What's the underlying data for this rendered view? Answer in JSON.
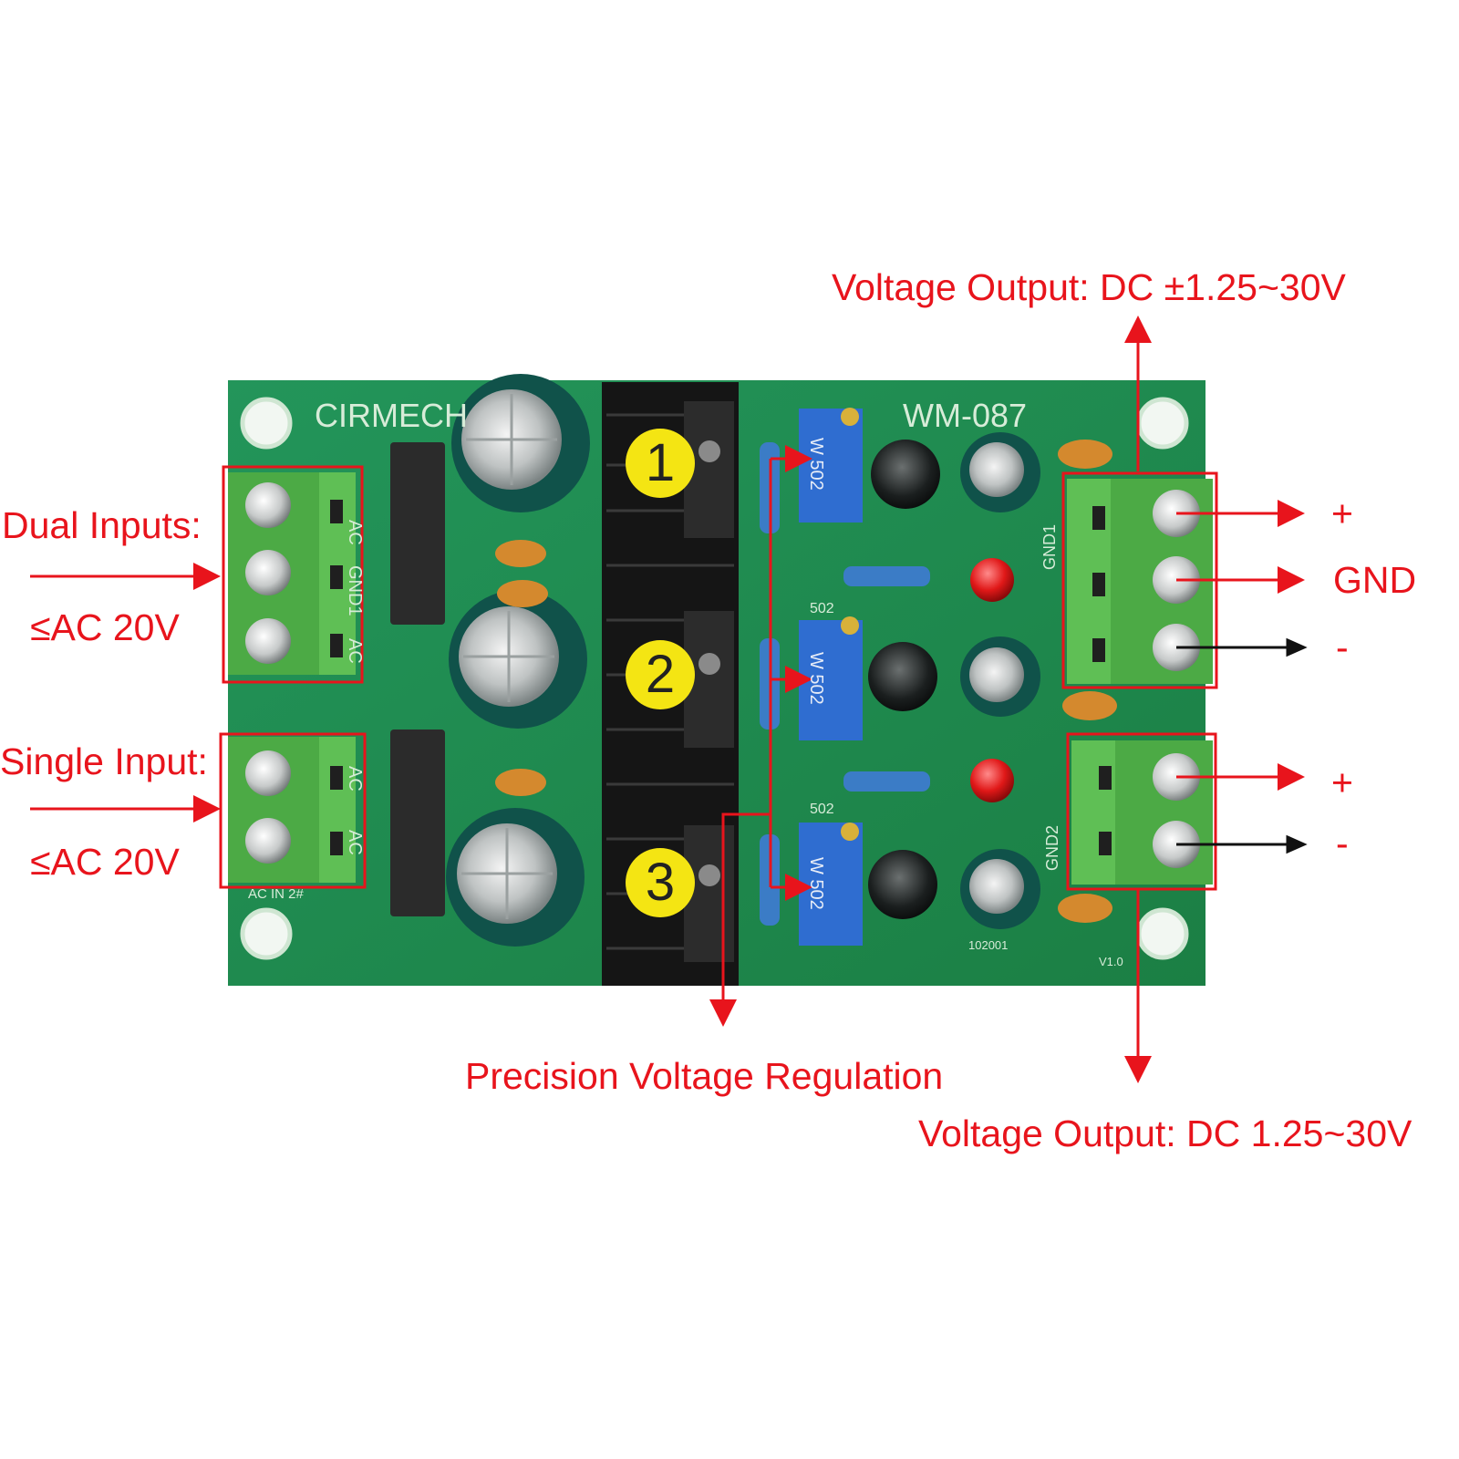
{
  "board": {
    "brand": "CIRMECH",
    "model": "WM-087",
    "silkscreen": {
      "dual_pins": [
        "AC",
        "GND1",
        "AC"
      ],
      "single_pins": [
        "AC",
        "AC"
      ],
      "ac_in": "AC IN 2#",
      "out1": "GND1",
      "out2": "GND2",
      "pot_code": "502",
      "pot_marking": "W 502",
      "version": "V1.0",
      "date_code": "102001"
    },
    "regulators": [
      "1",
      "2",
      "3"
    ]
  },
  "annotations": {
    "dual_inputs_title": "Dual Inputs:",
    "dual_inputs_limit": "≤AC 20V",
    "single_input_title": "Single Input:",
    "single_input_limit": "≤AC 20V",
    "dual_output_title": "Voltage Output: DC ±1.25~30V",
    "dual_output_pins": [
      "+",
      "GND",
      "-"
    ],
    "single_output_title": "Voltage Output: DC 1.25~30V",
    "single_output_pins": [
      "+",
      "-"
    ],
    "regulation_title": "Precision Voltage Regulation"
  },
  "colors": {
    "annotation_red": "#e8141c",
    "pcb_green": "#1f8a4a",
    "terminal_green": "#4caa45",
    "badge_yellow": "#f4e513",
    "pot_blue": "#2f6dd0"
  }
}
